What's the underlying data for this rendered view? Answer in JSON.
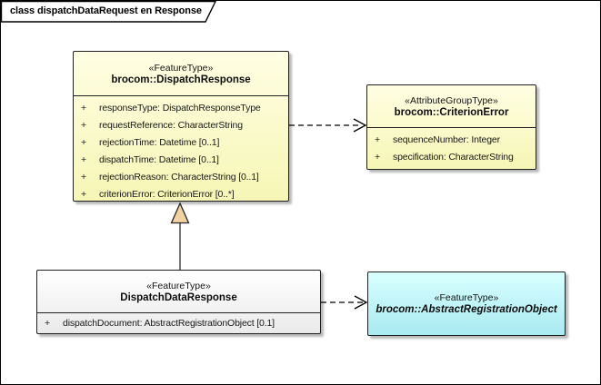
{
  "frame": {
    "title": "class dispatchDataRequest en Response"
  },
  "boxes": {
    "dispatch_response": {
      "stereotype": "«FeatureType»",
      "name": "brocom::DispatchResponse",
      "attributes": [
        {
          "vis": "+",
          "text": "responseType: DispatchResponseType"
        },
        {
          "vis": "+",
          "text": "requestReference: CharacterString"
        },
        {
          "vis": "+",
          "text": "rejectionTime: Datetime [0..1]"
        },
        {
          "vis": "+",
          "text": "dispatchTime: Datetime [0..1]"
        },
        {
          "vis": "+",
          "text": "rejectionReason: CharacterString [0..1]"
        },
        {
          "vis": "+",
          "text": "criterionError: CriterionError [0..*]"
        }
      ]
    },
    "criterion_error": {
      "stereotype": "«AttributeGroupType»",
      "name": "brocom::CriterionError",
      "attributes": [
        {
          "vis": "+",
          "text": "sequenceNumber: Integer"
        },
        {
          "vis": "+",
          "text": "specification: CharacterString"
        }
      ]
    },
    "dispatch_data_response": {
      "stereotype": "«FeatureType»",
      "name": "DispatchDataResponse",
      "attributes": [
        {
          "vis": "+",
          "text": "dispatchDocument: AbstractRegistrationObject [0.1]"
        }
      ]
    },
    "abstract_registration_object": {
      "stereotype": "«FeatureType»",
      "name": "brocom::AbstractRegistrationObject"
    }
  },
  "colors": {
    "class_yellow_top": "#FFFEE3",
    "class_yellow_bottom": "#F6F6B6",
    "class_cyan_top": "#D9FFFF",
    "class_cyan_bottom": "#A9EAF1",
    "class_grey_top": "#FFFFFF",
    "class_grey_bottom": "#EAEAEA",
    "box_border": "#1F1F1F",
    "generalization_triangle_fill": "#F2D3A0",
    "connector_color": "#000000"
  }
}
